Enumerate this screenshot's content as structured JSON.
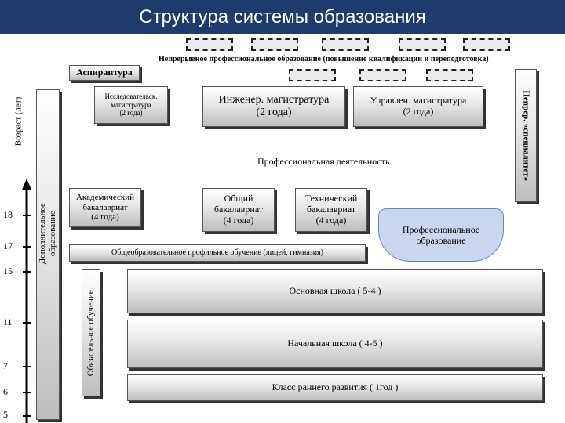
{
  "title": "Структура системы образования",
  "continuing_label": "Непрерывное профессиональное образование (повышение квалификации и переподготовка)",
  "aspirantura": "Аспирантура",
  "age_label": "Возраст (лет)",
  "additional_ed": [
    "Дополнительное",
    "образование"
  ],
  "compulsory_ed": "Обязательное обучение",
  "specialist": "Непрер. «специалитет»",
  "research_master": [
    "Исследовательск.",
    "магистратура",
    "(2 года)"
  ],
  "eng_master": [
    "Инженер. магистратура",
    "(2 года)"
  ],
  "mgmt_master": [
    "Управлен. магистратура",
    "(2 года)"
  ],
  "prof_activity": "Профессиональная деятельность",
  "academic_bach": [
    "Академический",
    "бакалавриат",
    "(4 года)"
  ],
  "general_bach": [
    "Общий",
    "бакалавриат",
    "(4 года)"
  ],
  "tech_bach": [
    "Технический",
    "бакалавриат",
    "(4 года)"
  ],
  "prof_education": [
    "Профессиональное",
    "образование"
  ],
  "profile_general": "Общеобразовательное профильное обучение (лицей, гимназия)",
  "basic_school": "Основная школа ( 5-4 )",
  "primary_school": "Начальная школа ( 4-5 )",
  "early_dev": "Класс раннего развития ( 1год )",
  "ages": [
    "18",
    "17",
    "15",
    "11",
    "7",
    "6",
    "5"
  ],
  "colors": {
    "header": "#1f3b6e",
    "prof_ed": "#c9d6f0"
  }
}
